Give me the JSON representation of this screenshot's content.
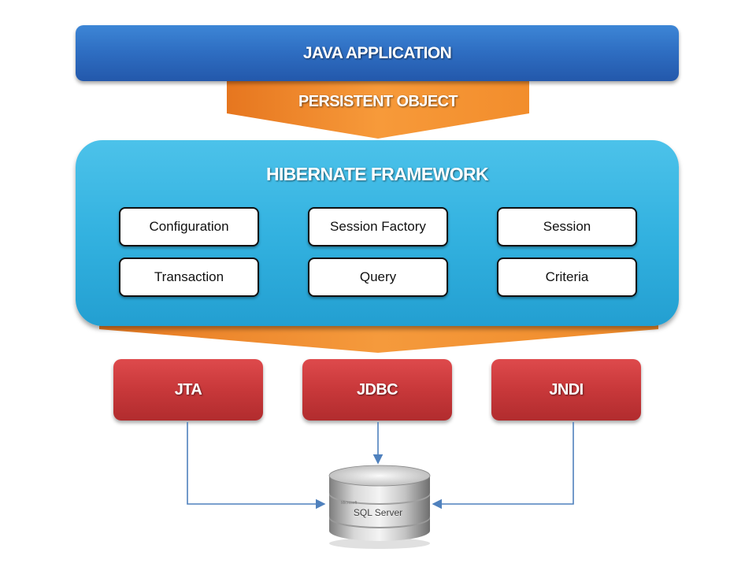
{
  "java_application": {
    "label": "JAVA APPLICATION"
  },
  "persistent_object": {
    "label": "PERSISTENT OBJECT"
  },
  "hibernate_framework": {
    "title": "HIBERNATE FRAMEWORK",
    "components": [
      "Configuration",
      "Session Factory",
      "Session",
      "Transaction",
      "Query",
      "Criteria"
    ]
  },
  "services": [
    "JTA",
    "JDBC",
    "JNDI"
  ],
  "database": {
    "label": "SQL Server",
    "small_label": "Microsoft"
  },
  "colors": {
    "java_bar": "#2f6fc3",
    "arrow_orange": "#f29333",
    "framework": "#33b2e0",
    "service_red": "#c8383a",
    "connector": "#4f81bd"
  }
}
